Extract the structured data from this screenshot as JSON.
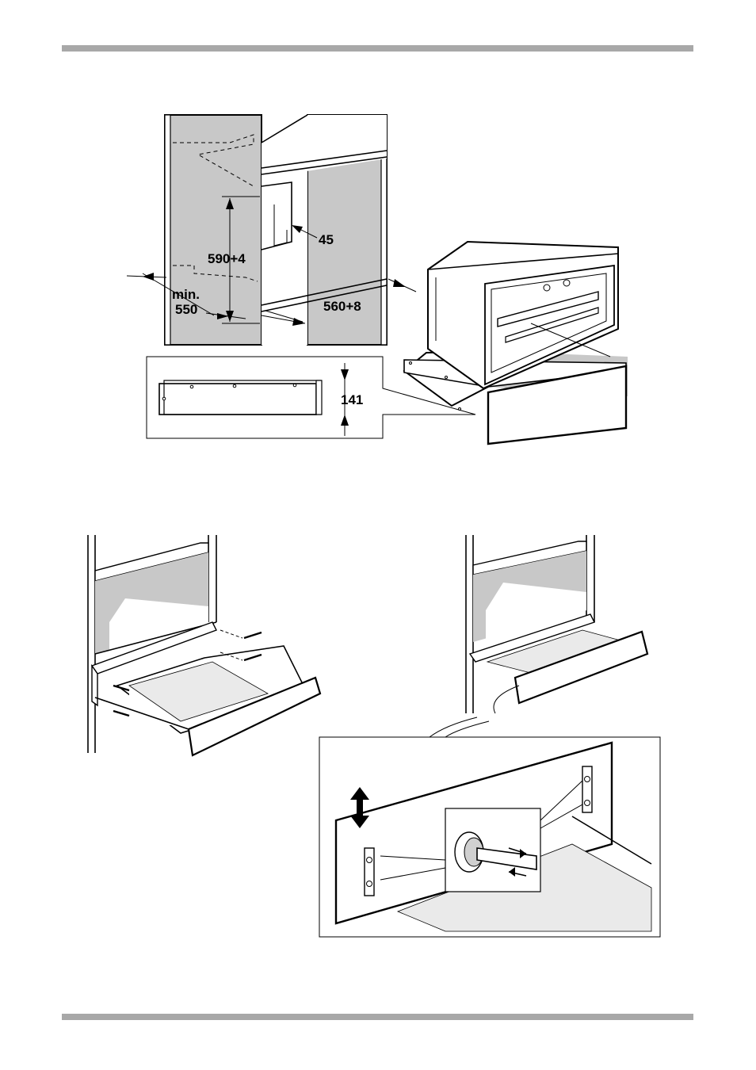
{
  "dimensions": {
    "niche_height": "590+4",
    "niche_depth_min_label": "min.",
    "niche_depth_min_value": "550",
    "niche_width": "560+8",
    "rear_gap": "45",
    "drawer_height": "141"
  },
  "colors": {
    "rule": "#a8a8a8",
    "cabinet_fill": "#c8c8c8",
    "line": "#000000"
  }
}
